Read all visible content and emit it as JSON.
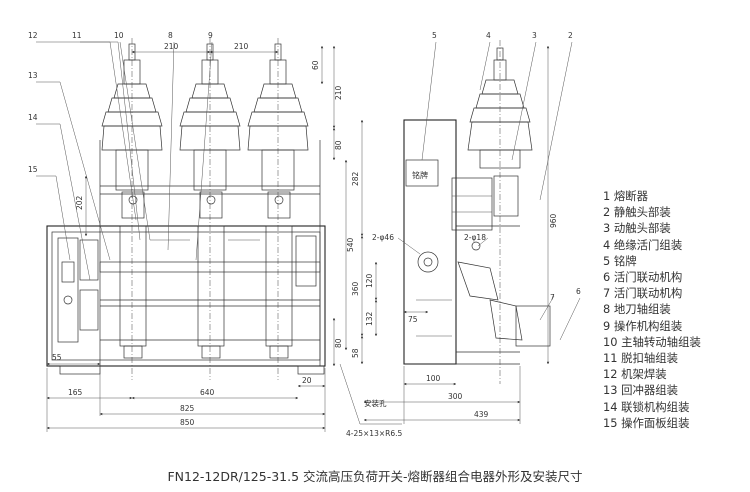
{
  "caption": "FN12-12DR/125-31.5 交流高压负荷开关-熔断器组合电器外形及安装尺寸",
  "legend": [
    "1 熔断器",
    "2 静触头部装",
    "3 动触头部装",
    "4 绝缘活门组装",
    "5 铭牌",
    "6 活门联动机构",
    "7 活门联动机构",
    "8 地刀轴组装",
    "9 操作机构组装",
    "10 主轴转动轴组装",
    "11 脱扣轴组装",
    "12 机架焊装",
    "13 回冲器组装",
    "14 联锁机构组装",
    "15 操作面板组装"
  ],
  "front_view": {
    "leaders": [
      "12",
      "11",
      "10",
      "8",
      "9",
      "13",
      "14",
      "15"
    ],
    "top_dims": [
      "210",
      "210"
    ],
    "right_dims": [
      "60",
      "210",
      "80",
      "540",
      "80"
    ],
    "left_dims": [
      "202"
    ],
    "bottom_dims": [
      "55",
      "165",
      "640",
      "20",
      "825",
      "850"
    ]
  },
  "side_view": {
    "leaders": [
      "5",
      "4",
      "3",
      "2",
      "7",
      "6"
    ],
    "nameplate": "铭牌",
    "holes_left": "2-φ46",
    "holes_right": "2-φ18",
    "install_hole": "安装孔",
    "mount_holes": "4-25×13×R6.5",
    "left_dims": [
      "282",
      "360",
      "120",
      "132",
      "58"
    ],
    "right_dims": [
      "960"
    ],
    "inner_dims": [
      "75"
    ],
    "bottom_dims": [
      "100",
      "300",
      "439"
    ]
  }
}
